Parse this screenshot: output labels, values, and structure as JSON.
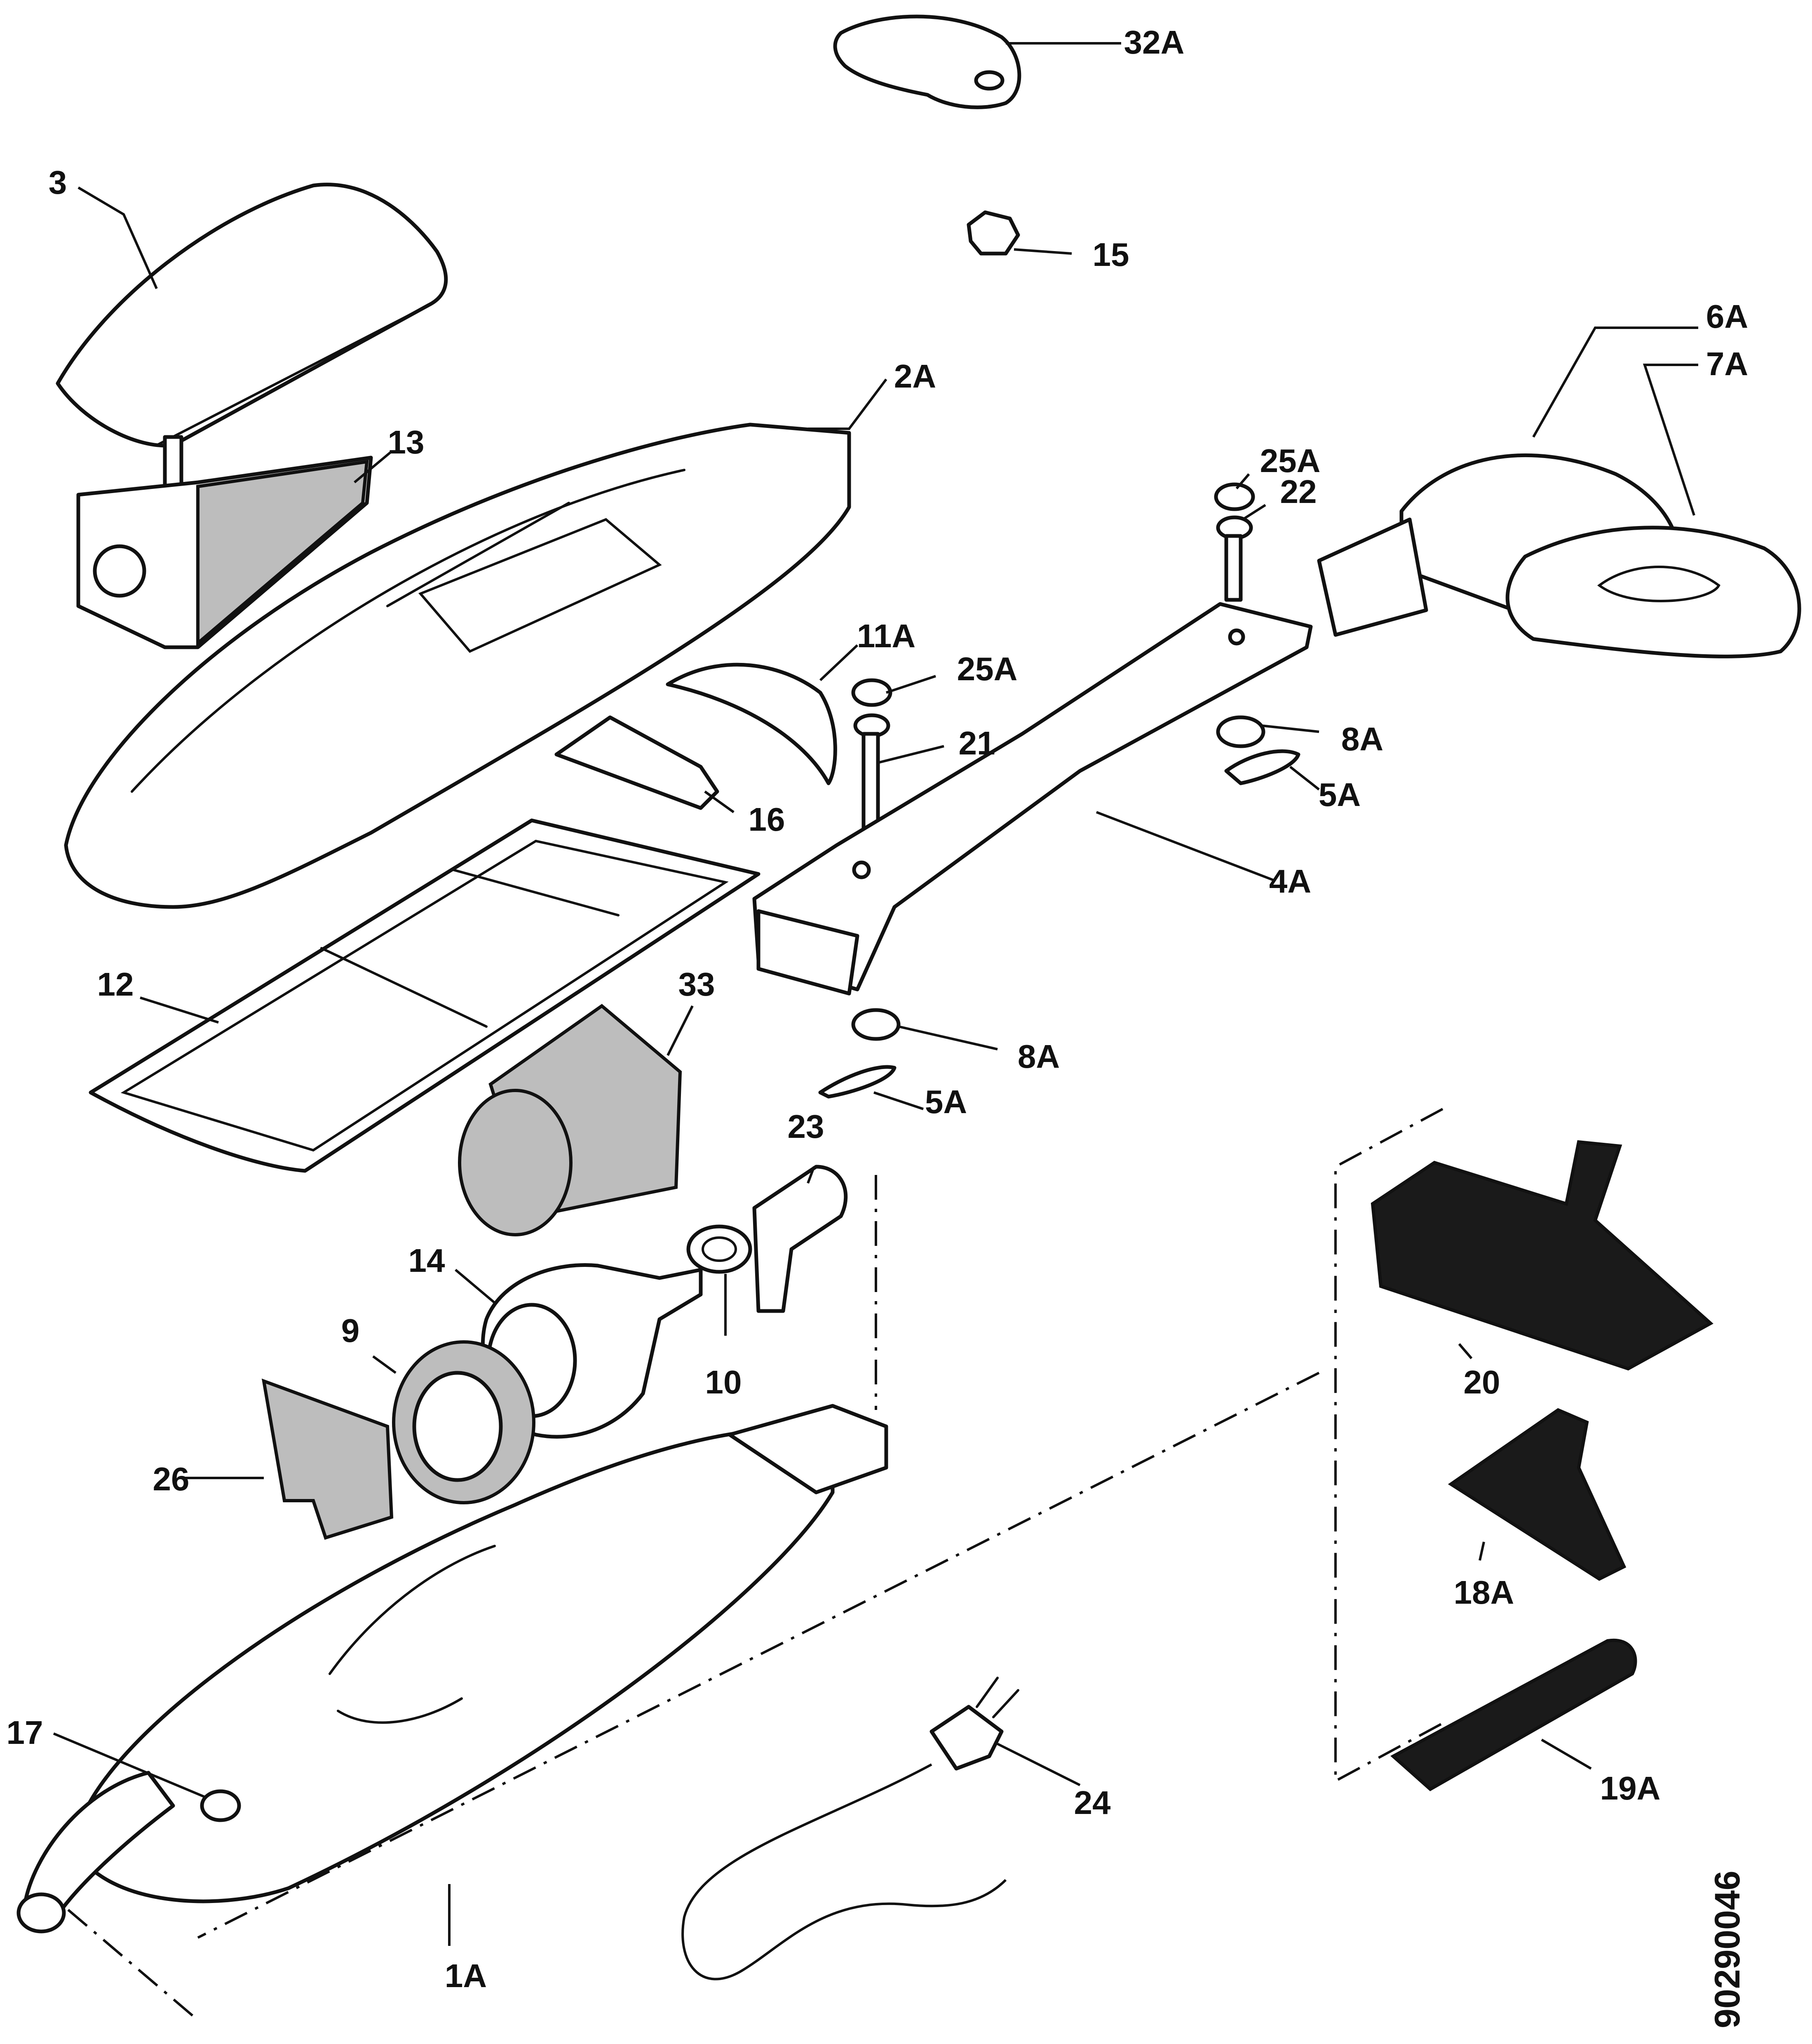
{
  "labels": {
    "p32a": "32A",
    "p3": "3",
    "p15": "15",
    "p6a": "6A",
    "p7a": "7A",
    "p2a": "2A",
    "p13": "13",
    "p25a_top": "25A",
    "p22": "22",
    "p11a": "11A",
    "p25a_mid": "25A",
    "p21": "21",
    "p8a_top": "8A",
    "p5a_top": "5A",
    "p16": "16",
    "p4a": "4A",
    "p12": "12",
    "p33": "33",
    "p8a_low": "8A",
    "p5a_low": "5A",
    "p23": "23",
    "p14": "14",
    "p9": "9",
    "p10": "10",
    "p20": "20",
    "p26": "26",
    "p18a": "18A",
    "p19a": "19A",
    "p17": "17",
    "p24": "24",
    "p1a": "1A"
  },
  "drawing_code": "90290046"
}
